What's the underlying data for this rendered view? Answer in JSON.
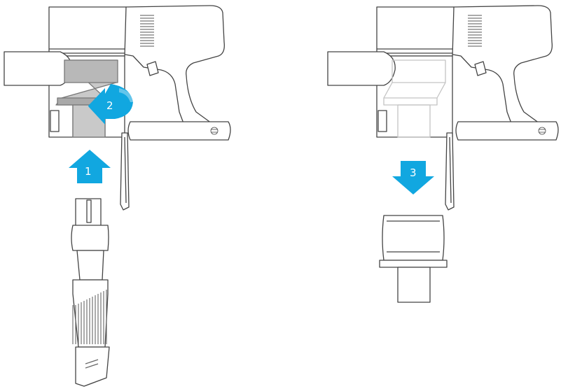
{
  "steps": [
    {
      "number": "1",
      "direction": "up",
      "color": "#11a7e0"
    },
    {
      "number": "2",
      "direction": "left-rotate",
      "color": "#11a7e0"
    },
    {
      "number": "3",
      "direction": "down",
      "color": "#11a7e0"
    }
  ],
  "colors": {
    "outline": "#444444",
    "fill": "#ffffff",
    "highlight": "#c9c9c9",
    "highlight_dark": "#a9a9a9",
    "faded": "#bdbdbd"
  }
}
